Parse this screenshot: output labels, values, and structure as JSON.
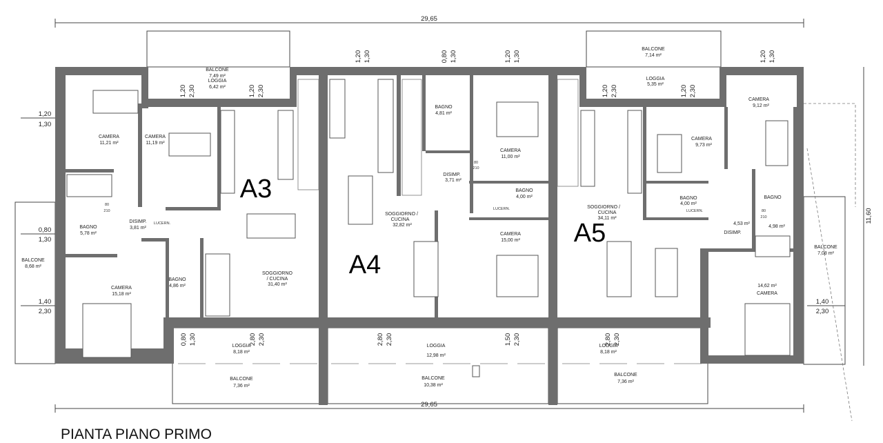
{
  "plan": {
    "title": "PIANTA PIANO PRIMO",
    "overall_width_top": "29,65",
    "overall_width_bottom": "29,65",
    "overall_depth": "11,60",
    "units": [
      "A3",
      "A4",
      "A5"
    ]
  },
  "rooms": {
    "a3": [
      {
        "name": "BALCONE",
        "area": "7,49 m²"
      },
      {
        "name": "LOGGIA",
        "area": "6,42 m²"
      },
      {
        "name": "CAMERA",
        "area": "11,21 m²"
      },
      {
        "name": "CAMERA",
        "area": "11,19 m²"
      },
      {
        "name": "BAGNO",
        "area": "5,78 m²"
      },
      {
        "name": "DISIMP.",
        "area": "3,81 m²"
      },
      {
        "name": "BAGNO",
        "area": "4,86 m²"
      },
      {
        "name": "CAMERA",
        "area": "15,18 m²"
      },
      {
        "name": "SOGGIORNO",
        "name2": "/ CUCINA",
        "area": "31,40 m²"
      },
      {
        "name": "BALCONE",
        "area": "8,68 m²"
      },
      {
        "name": "LOGGIA",
        "area": "8,18 m²"
      },
      {
        "name": "BALCONE",
        "area": "7,36 m²"
      },
      {
        "name": "LUCERN."
      }
    ],
    "a4": [
      {
        "name": "BAGNO",
        "area": "4,81 m²"
      },
      {
        "name": "DISIMP.",
        "area": "3,71 m²"
      },
      {
        "name": "CAMERA",
        "area": "11,00 m²"
      },
      {
        "name": "BAGNO",
        "area": "4,00 m²"
      },
      {
        "name": "SOGGIORNO /",
        "name2": "CUCINA",
        "area": "32,82 m²"
      },
      {
        "name": "CAMERA",
        "area": "15,00 m²"
      },
      {
        "name": "LOGGIA",
        "area": "12,98 m²"
      },
      {
        "name": "BALCONE",
        "area": "10,38 m²"
      },
      {
        "name": "LUCERN."
      }
    ],
    "a5": [
      {
        "name": "BALCONE",
        "area": "7,14 m²"
      },
      {
        "name": "LOGGIA",
        "area": "5,35 m²"
      },
      {
        "name": "CAMERA",
        "area": "9,12 m²"
      },
      {
        "name": "CAMERA",
        "area": "9,73 m²"
      },
      {
        "name": "SOGGIORNO /",
        "name2": "CUCINA",
        "area": "34,11 m²"
      },
      {
        "name": "BAGNO",
        "area": "4,00 m²"
      },
      {
        "name": "BAGNO"
      },
      {
        "name": "DISIMP.",
        "area": "4,53 m²"
      },
      {
        "area": "4,98 m²"
      },
      {
        "name": "CAMERA",
        "area": "14,62 m²"
      },
      {
        "name": "BALCONE",
        "area": "7,08 m²"
      },
      {
        "name": "LOGGIA",
        "area": "8,18 m²"
      },
      {
        "name": "BALCONE",
        "area": "7,36 m²"
      },
      {
        "name": "LUCERN."
      }
    ]
  },
  "windows": [
    {
      "w": "1,20",
      "h": "1,30"
    },
    {
      "w": "0,80",
      "h": "1,30"
    },
    {
      "w": "1,40",
      "h": "2,30"
    },
    {
      "w": "1,20",
      "h": "2,30"
    },
    {
      "w": "1,20",
      "h": "2,30"
    },
    {
      "w": "1,20",
      "h": "1,30"
    },
    {
      "w": "0,80",
      "h": "1,30"
    },
    {
      "w": "1,20",
      "h": "1,30"
    },
    {
      "w": "1,20",
      "h": "2,30"
    },
    {
      "w": "1,20",
      "h": "2,30"
    },
    {
      "w": "1,20",
      "h": "1,30"
    },
    {
      "w": "0,80",
      "h": "1,30"
    },
    {
      "w": "2,80",
      "h": "2,30"
    },
    {
      "w": "2,80",
      "h": "2,30"
    },
    {
      "w": "1,50",
      "h": "2,30"
    },
    {
      "w": "2,80",
      "h": "2,30"
    },
    {
      "w": "1,40",
      "h": "2,30"
    }
  ],
  "doors": {
    "w": "80",
    "h": "210"
  }
}
